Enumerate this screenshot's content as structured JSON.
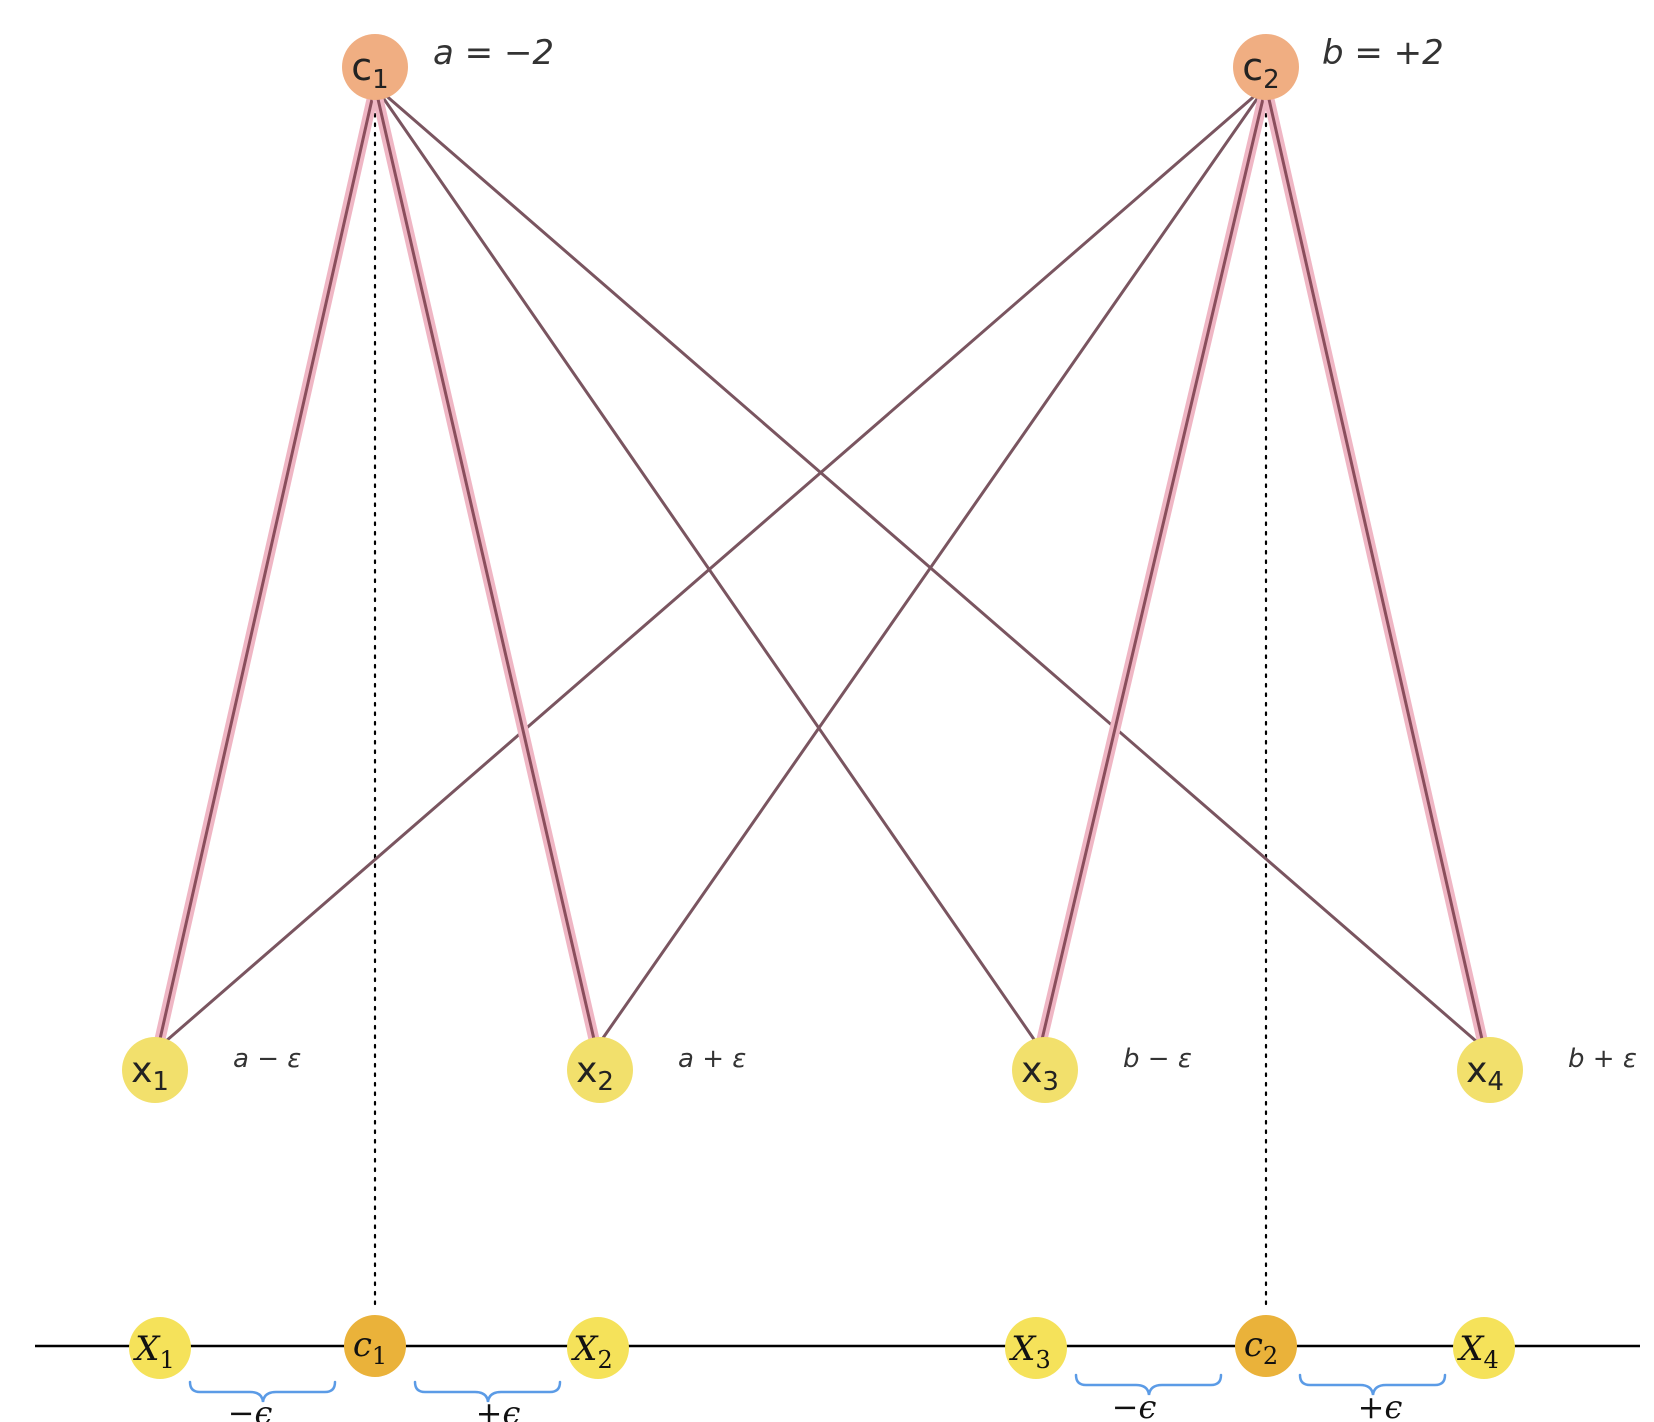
{
  "colors": {
    "center_node": "#f0ae82",
    "point_node": "#f2e06c",
    "axis_center_node": "#eab23a",
    "axis_point_node": "#f5e25a",
    "thin_edge": "#7a5560",
    "thick_edge_inner": "#8a4e5c",
    "thick_edge_glow": "#efb6c4",
    "brace": "#5b9be6",
    "axis_line": "#000000"
  },
  "centers": [
    {
      "id": "c1",
      "base": "c",
      "sub": "1",
      "value_label": "a = −2"
    },
    {
      "id": "c2",
      "base": "c",
      "sub": "2",
      "value_label": "b = +2"
    }
  ],
  "points": [
    {
      "id": "x1",
      "base": "x",
      "sub": "1",
      "offset_label": "a − ε"
    },
    {
      "id": "x2",
      "base": "x",
      "sub": "2",
      "offset_label": "a + ε"
    },
    {
      "id": "x3",
      "base": "x",
      "sub": "3",
      "offset_label": "b − ε"
    },
    {
      "id": "x4",
      "base": "x",
      "sub": "4",
      "offset_label": "b + ε"
    }
  ],
  "edges": [
    {
      "from": "c1",
      "to": "x1",
      "assigned": true
    },
    {
      "from": "c1",
      "to": "x2",
      "assigned": true
    },
    {
      "from": "c1",
      "to": "x3",
      "assigned": false
    },
    {
      "from": "c1",
      "to": "x4",
      "assigned": false
    },
    {
      "from": "c2",
      "to": "x1",
      "assigned": false
    },
    {
      "from": "c2",
      "to": "x2",
      "assigned": false
    },
    {
      "from": "c2",
      "to": "x3",
      "assigned": true
    },
    {
      "from": "c2",
      "to": "x4",
      "assigned": true
    }
  ],
  "axis_nodes": [
    {
      "id": "ax1",
      "base": "X",
      "sub": "1"
    },
    {
      "id": "ac1",
      "base": "c",
      "sub": "1"
    },
    {
      "id": "ax2",
      "base": "X",
      "sub": "2"
    },
    {
      "id": "ax3",
      "base": "X",
      "sub": "3"
    },
    {
      "id": "ac2",
      "base": "c",
      "sub": "2"
    },
    {
      "id": "ax4",
      "base": "X",
      "sub": "4"
    }
  ],
  "braces": [
    {
      "id": "brace-1",
      "label": "−ϵ"
    },
    {
      "id": "brace-2",
      "label": "+ϵ"
    },
    {
      "id": "brace-3",
      "label": "−ϵ"
    },
    {
      "id": "brace-4",
      "label": "+ϵ"
    }
  ]
}
